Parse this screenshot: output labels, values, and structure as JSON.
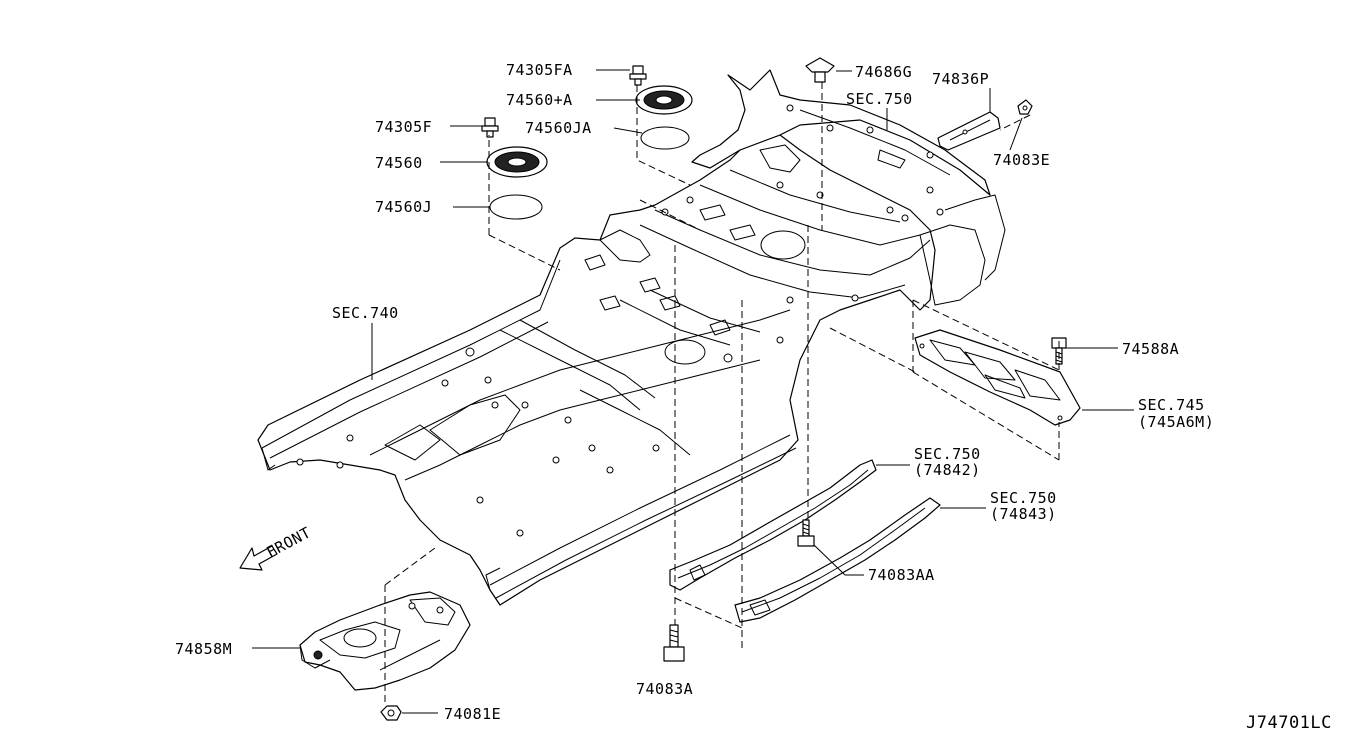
{
  "labels": {
    "l74305FA": "74305FA",
    "l74560A": "74560+A",
    "l74305F": "74305F",
    "l74560JA": "74560JA",
    "l74560": "74560",
    "l74560J": "74560J",
    "l74686G": "74686G",
    "l74836P": "74836P",
    "lsec750a": "SEC.750",
    "l74083E": "74083E",
    "lsec740": "SEC.740",
    "l74588A": "74588A",
    "lsec745": "SEC.745",
    "l745A6M": "(745A6M)",
    "lsec750b": "SEC.750",
    "l74842": "(74842)",
    "lsec750c": "SEC.750",
    "l74843": "(74843)",
    "l74083AA": "74083AA",
    "lfront": "FRONT",
    "l74858M": "74858M",
    "l74083A": "74083A",
    "l74081E": "74081E",
    "diagram_code": "J74701LC"
  },
  "icons": {
    "front_arrow": "arrow-left-down-icon"
  }
}
